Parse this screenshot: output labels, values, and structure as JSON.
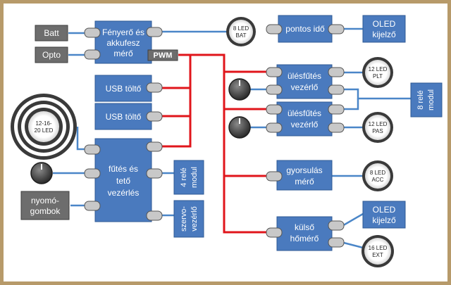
{
  "colors": {
    "block": "#4a7abe",
    "block_border": "#2f5a94",
    "gray_box": "#6d6d6d",
    "connector": "#c8c8c8",
    "power_line": "#e0151b",
    "signal_line": "#4a86c8",
    "frame": "#b79a6a"
  },
  "blocks": {
    "batt": "Batt",
    "opto": "Opto",
    "meter": [
      "Fényerő és",
      "akkufesz",
      "mérő"
    ],
    "pwm": "PWM",
    "usb1": "USB töltő",
    "usb2": "USB töltő",
    "main": [
      "fűtés és",
      "tető",
      "vezérlés"
    ],
    "relay4": [
      "4 relé",
      "modul"
    ],
    "servo": [
      "szervo-",
      "vezérlő"
    ],
    "buttons": [
      "nyomó-",
      "gombok"
    ],
    "clock": "pontos idő",
    "oled1": [
      "OLED",
      "kijelző"
    ],
    "seat1": [
      "ülésfűtés",
      "vezérlő"
    ],
    "seat2": [
      "ülésfűtés",
      "vezérlő"
    ],
    "relay8": [
      "8 relé",
      "modul"
    ],
    "accel": [
      "gyorsulás",
      "mérő"
    ],
    "thermo": [
      "külső",
      "hőmérő"
    ],
    "oled2": [
      "OLED",
      "kijelző"
    ]
  },
  "leds": {
    "bat": [
      "8 LED",
      "BAT"
    ],
    "plt": [
      "12 LED",
      "PLT"
    ],
    "pas": [
      "12 LED",
      "PAS"
    ],
    "acc": [
      "8 LED",
      "ACC"
    ],
    "ext": [
      "16 LED",
      "EXT"
    ],
    "ring": [
      "12-16-",
      "20 LED"
    ]
  }
}
